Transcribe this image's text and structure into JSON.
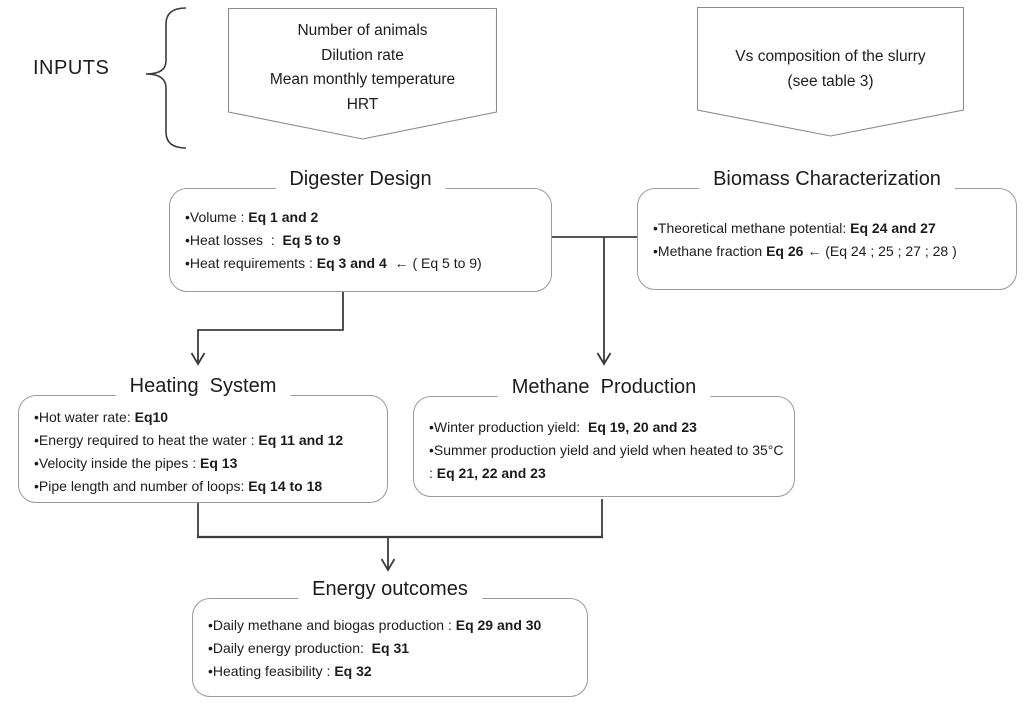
{
  "figure": {
    "inputs_label": "INPUTS"
  },
  "input_shapes": {
    "animals": {
      "lines": [
        "Number of animals",
        "Dilution rate",
        "Mean monthly temperature",
        "HRT"
      ]
    },
    "slurry": {
      "lines": [
        "Vs composition of the slurry",
        "(see table 3)"
      ]
    }
  },
  "boxes": {
    "digester_design": {
      "title": "Digester Design",
      "items": [
        {
          "segments": [
            {
              "t": "Volume : ",
              "b": false
            },
            {
              "t": "Eq 1 and 2",
              "b": true
            }
          ]
        },
        {
          "segments": [
            {
              "t": "Heat losses  :  ",
              "b": false
            },
            {
              "t": "Eq 5 to 9",
              "b": true
            }
          ]
        },
        {
          "segments": [
            {
              "t": "Heat requirements : ",
              "b": false
            },
            {
              "t": "Eq 3 and 4",
              "b": true
            },
            {
              "t": "  ← ( Eq 5 to 9)",
              "b": false
            }
          ]
        }
      ]
    },
    "biomass_characterization": {
      "title": "Biomass Characterization",
      "items": [
        {
          "segments": [
            {
              "t": "Theoretical methane potential: ",
              "b": false
            },
            {
              "t": "Eq 24 and 27",
              "b": true
            }
          ]
        },
        {
          "segments": [
            {
              "t": "Methane fraction ",
              "b": false
            },
            {
              "t": "Eq 26",
              "b": true
            },
            {
              "t": " ← (Eq 24 ; 25 ; 27 ; 28 )",
              "b": false
            }
          ]
        }
      ]
    },
    "heating_system": {
      "title": "Heating  System",
      "items": [
        {
          "segments": [
            {
              "t": "Hot water rate: ",
              "b": false
            },
            {
              "t": "Eq10",
              "b": true
            }
          ]
        },
        {
          "segments": [
            {
              "t": "Energy required to heat the water : ",
              "b": false
            },
            {
              "t": "Eq 11 and 12",
              "b": true
            }
          ]
        },
        {
          "segments": [
            {
              "t": "Velocity inside the pipes : ",
              "b": false
            },
            {
              "t": "Eq 13",
              "b": true
            }
          ]
        },
        {
          "segments": [
            {
              "t": "Pipe length and number of loops: ",
              "b": false
            },
            {
              "t": "Eq 14 to 18",
              "b": true
            }
          ]
        }
      ]
    },
    "methane_production": {
      "title": "Methane  Production",
      "items": [
        {
          "segments": [
            {
              "t": "Winter production yield:  ",
              "b": false
            },
            {
              "t": "Eq 19, 20 and 23",
              "b": true
            }
          ]
        },
        {
          "segments": [
            {
              "t": "Summer production yield and yield when heated to 35°C : ",
              "b": false
            },
            {
              "t": "Eq 21, 22 and 23",
              "b": true
            }
          ]
        }
      ]
    },
    "energy_outcomes": {
      "title": "Energy outcomes",
      "items": [
        {
          "segments": [
            {
              "t": "Daily methane and biogas production : ",
              "b": false
            },
            {
              "t": "Eq 29 and 30",
              "b": true
            }
          ]
        },
        {
          "segments": [
            {
              "t": "Daily energy production:  ",
              "b": false
            },
            {
              "t": "Eq 31",
              "b": true
            }
          ]
        },
        {
          "segments": [
            {
              "t": "Heating feasibility : ",
              "b": false
            },
            {
              "t": "Eq 32",
              "b": true
            }
          ]
        }
      ]
    }
  },
  "colors": {
    "background": "#ffffff",
    "box_border": "#9a9a9a",
    "banner_border": "#8c8c8c",
    "connector": "#3c3c3c",
    "text": "#1c1c1c"
  }
}
